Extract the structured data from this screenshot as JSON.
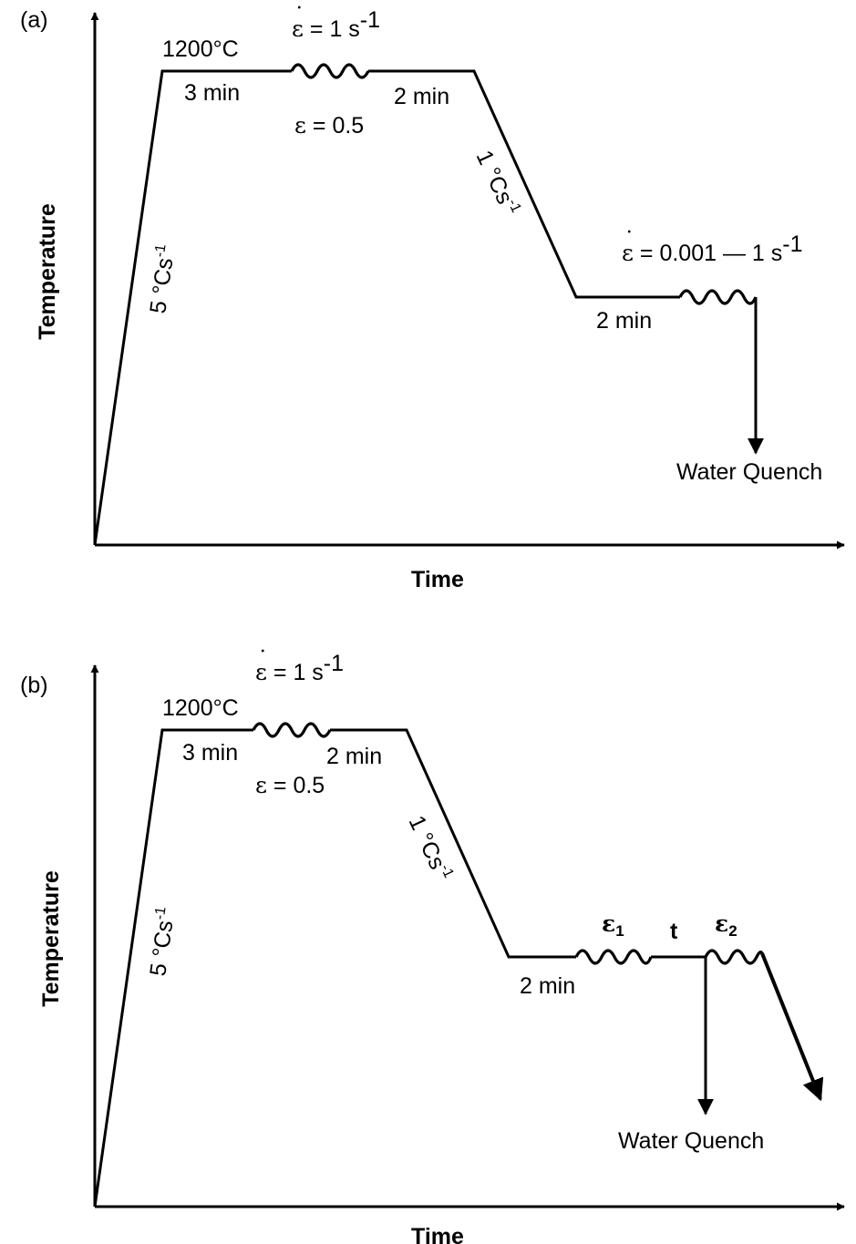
{
  "panels": [
    {
      "id": "a",
      "tag": "(a)",
      "ylabel": "Temperature",
      "xlabel": "Time",
      "heat_rate": "5 °Cs",
      "heat_rate_exp": "-1",
      "temp": "1200°C",
      "hold1": "3 min",
      "rate_sym": "ε",
      "rate_sym_dot": "˙",
      "rate1": " = 1 s",
      "rate1_exp": "-1",
      "strain_sym": "ε",
      "strain": " = 0.5",
      "hold2": "2 min",
      "cool_rate": "1 °Cs",
      "cool_rate_exp": "-1",
      "hold3": "2 min",
      "rate2": " = 0.001 — 1 s",
      "rate2_exp": "-1",
      "quench": "Water Quench"
    },
    {
      "id": "b",
      "tag": "(b)",
      "ylabel": "Temperature",
      "xlabel": "Time",
      "heat_rate": "5 °Cs",
      "heat_rate_exp": "-1",
      "temp": "1200°C",
      "hold1": "3 min",
      "rate_sym": "ε",
      "rate_sym_dot": "˙",
      "rate1": " = 1 s",
      "rate1_exp": "-1",
      "strain_sym": "ε",
      "strain": " = 0.5",
      "hold2": "2 min",
      "cool_rate": "1 °Cs",
      "cool_rate_exp": "-1",
      "hold3": "2 min",
      "eps1": "ε",
      "eps1_sub": "1",
      "interval": "t",
      "eps2": "ε",
      "eps2_sub": "2",
      "quench": "Water Quench"
    }
  ]
}
